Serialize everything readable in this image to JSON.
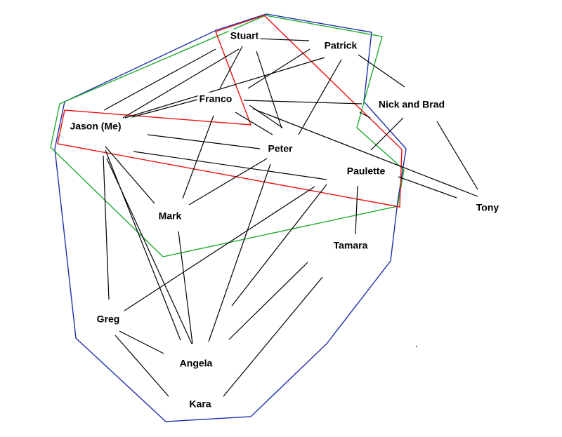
{
  "title": "",
  "colors": {
    "background": "#ffffff",
    "edge": "#000000",
    "blue_hull": "#1f2fa8",
    "red_hull": "#ee1111",
    "green_hull": "#22aa33"
  },
  "nodes": [
    {
      "id": "stuart",
      "label": "Stuart"
    },
    {
      "id": "patrick",
      "label": "Patrick"
    },
    {
      "id": "franco",
      "label": "Franco"
    },
    {
      "id": "nick_brad",
      "label": "Nick and Brad"
    },
    {
      "id": "jason",
      "label": "Jason (Me)"
    },
    {
      "id": "peter",
      "label": "Peter"
    },
    {
      "id": "paulette",
      "label": "Paulette"
    },
    {
      "id": "tony",
      "label": "Tony"
    },
    {
      "id": "mark",
      "label": "Mark"
    },
    {
      "id": "tamara",
      "label": "Tamara"
    },
    {
      "id": "greg",
      "label": "Greg"
    },
    {
      "id": "angela",
      "label": "Angela"
    },
    {
      "id": "kara",
      "label": "Kara"
    }
  ]
}
